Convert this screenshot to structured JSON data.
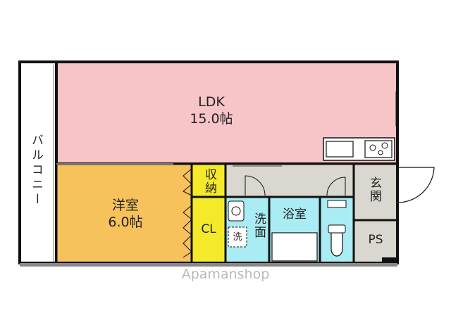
{
  "rooms": {
    "ldk": {
      "name": "LDK",
      "size": "15.0帖",
      "color": "#f7c4c7"
    },
    "western": {
      "name": "洋室",
      "size": "6.0帖",
      "color": "#f7c25b"
    },
    "storage": {
      "name": "収納",
      "color": "#f5ea2a"
    },
    "closet": {
      "name": "CL",
      "color": "#f5ea2a"
    },
    "washroom": {
      "name": "洗面",
      "washer": "洗",
      "color": "#a9ecf4"
    },
    "bath": {
      "name": "浴室",
      "color": "#a9ecf4"
    },
    "entrance": {
      "name": "玄関",
      "color": "#d9d7cf"
    },
    "ps": {
      "name": "PS",
      "color": "#d9d7cf"
    },
    "hall": {
      "color": "#d9d7cf"
    }
  },
  "balcony": {
    "label": "バルコニー"
  },
  "watermark": "Apamanshop"
}
